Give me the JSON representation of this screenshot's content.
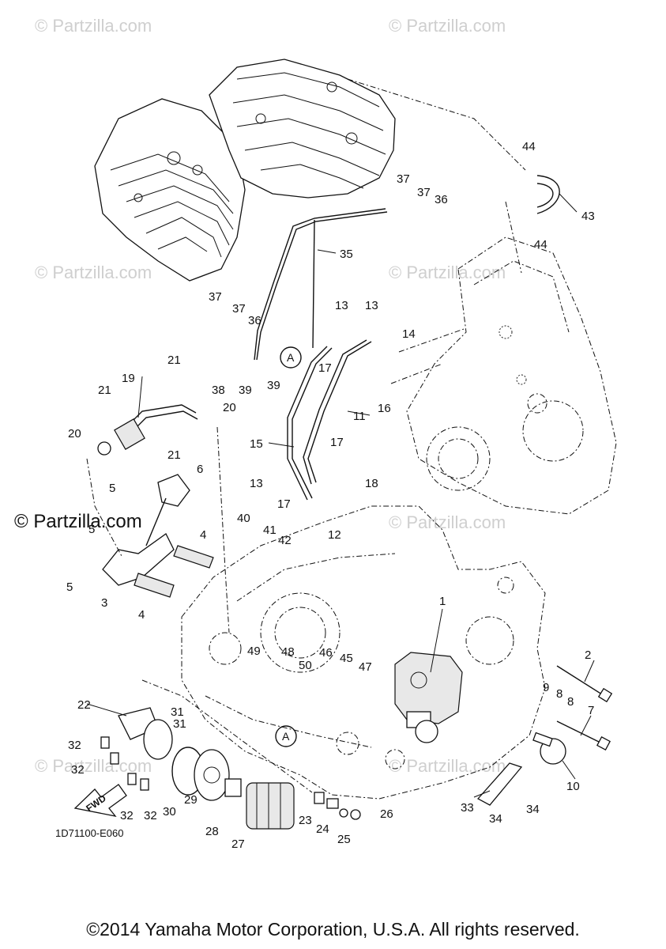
{
  "watermarks": [
    "© Partzilla.com",
    "© Partzilla.com",
    "© Partzilla.com",
    "© Partzilla.com",
    "© Partzilla.com",
    "© Partzilla.com",
    "© Partzilla.com"
  ],
  "watermark_main": "© Partzilla.com",
  "diagram_code": "1D71100-E060",
  "fwd_label": "FWD",
  "ref_marker": "A",
  "copyright": "©2014 Yamaha Motor Corporation, U.S.A. All rights reserved.",
  "callouts": [
    "1",
    "2",
    "3",
    "4",
    "4",
    "5",
    "5",
    "5",
    "6",
    "7",
    "8",
    "8",
    "9",
    "10",
    "11",
    "12",
    "13",
    "13",
    "13",
    "14",
    "15",
    "16",
    "17",
    "17",
    "17",
    "18",
    "19",
    "20",
    "20",
    "21",
    "21",
    "21",
    "22",
    "23",
    "24",
    "25",
    "26",
    "27",
    "28",
    "29",
    "30",
    "31",
    "31",
    "32",
    "32",
    "32",
    "32",
    "33",
    "34",
    "34",
    "35",
    "36",
    "36",
    "37",
    "37",
    "37",
    "37",
    "38",
    "39",
    "39",
    "40",
    "41",
    "42",
    "43",
    "44",
    "44",
    "45",
    "46",
    "47",
    "48",
    "49",
    "50"
  ]
}
